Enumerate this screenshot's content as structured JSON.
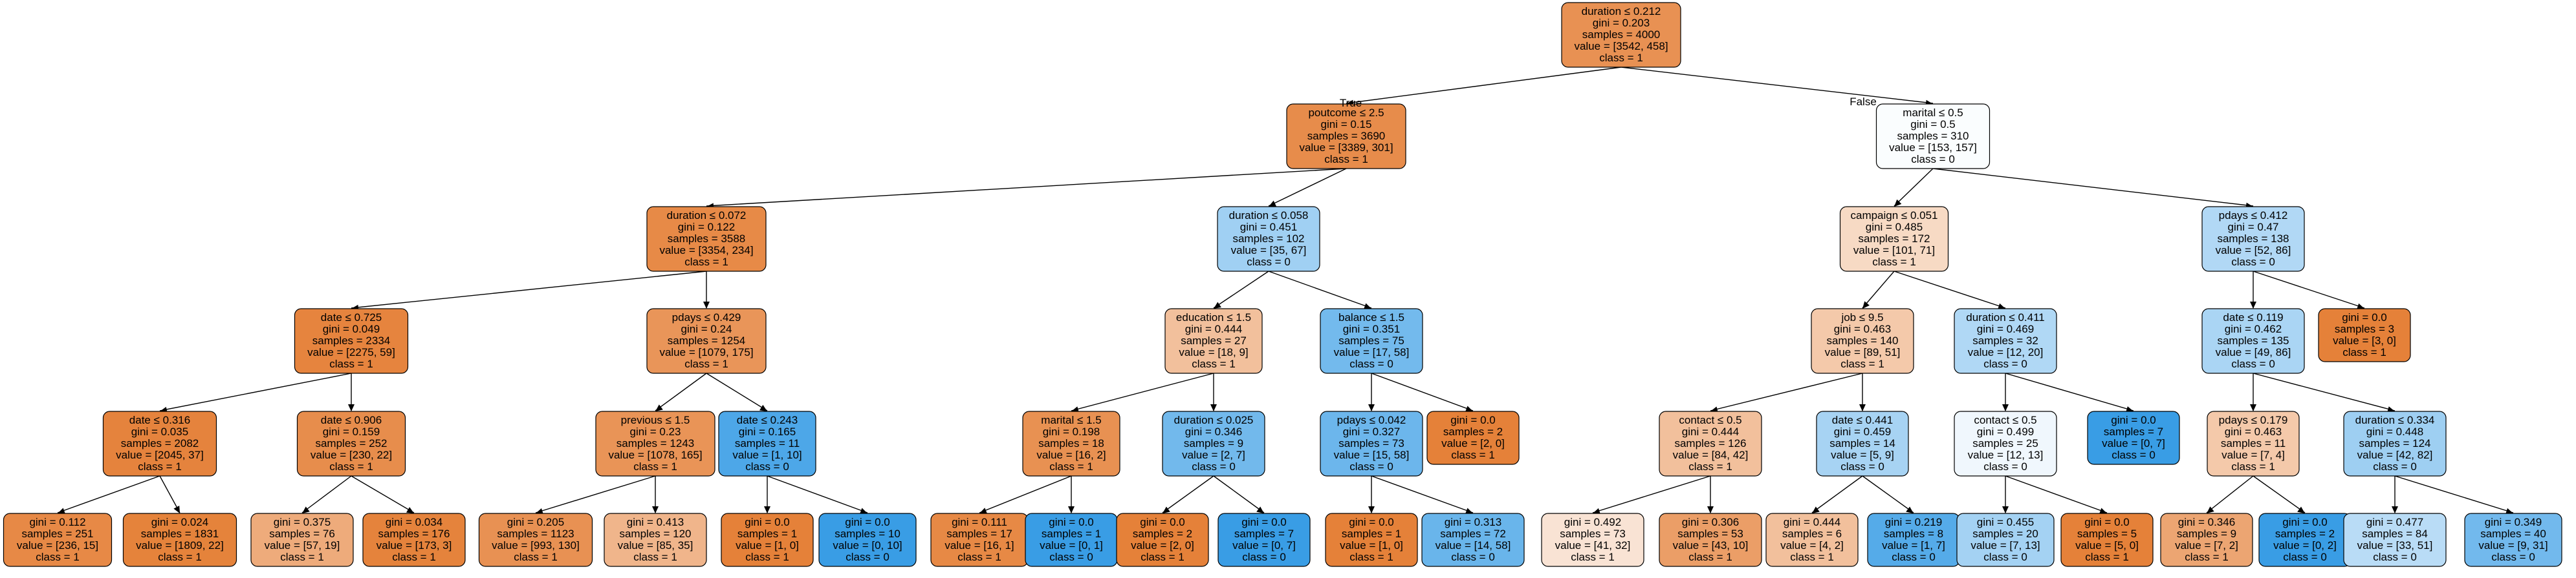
{
  "tree": {
    "edge_labels": {
      "left": "True",
      "right": "False"
    },
    "class_colors": {
      "1": "#e58139",
      "0": "#399de5"
    },
    "nodes": [
      {
        "id": 0,
        "lines": [
          "duration ≤ 0.212",
          "gini = 0.203",
          "samples = 4000",
          "value = [3542, 458]",
          "class = 1"
        ],
        "value": [
          3542,
          458
        ]
      },
      {
        "id": 1,
        "lines": [
          "poutcome ≤ 2.5",
          "gini = 0.15",
          "samples = 3690",
          "value = [3389, 301]",
          "class = 1"
        ],
        "value": [
          3389,
          301
        ]
      },
      {
        "id": 2,
        "lines": [
          "marital ≤ 0.5",
          "gini = 0.5",
          "samples = 310",
          "value = [153, 157]",
          "class = 0"
        ],
        "value": [
          153,
          157
        ]
      },
      {
        "id": 3,
        "lines": [
          "duration ≤ 0.072",
          "gini = 0.122",
          "samples = 3588",
          "value = [3354, 234]",
          "class = 1"
        ],
        "value": [
          3354,
          234
        ]
      },
      {
        "id": 4,
        "lines": [
          "duration ≤ 0.058",
          "gini = 0.451",
          "samples = 102",
          "value = [35, 67]",
          "class = 0"
        ],
        "value": [
          35,
          67
        ]
      },
      {
        "id": 5,
        "lines": [
          "campaign ≤ 0.051",
          "gini = 0.485",
          "samples = 172",
          "value = [101, 71]",
          "class = 1"
        ],
        "value": [
          101,
          71
        ]
      },
      {
        "id": 6,
        "lines": [
          "pdays ≤ 0.412",
          "gini = 0.47",
          "samples = 138",
          "value = [52, 86]",
          "class = 0"
        ],
        "value": [
          52,
          86
        ]
      },
      {
        "id": 7,
        "lines": [
          "date ≤ 0.725",
          "gini = 0.049",
          "samples = 2334",
          "value = [2275, 59]",
          "class = 1"
        ],
        "value": [
          2275,
          59
        ]
      },
      {
        "id": 8,
        "lines": [
          "pdays ≤ 0.429",
          "gini = 0.24",
          "samples = 1254",
          "value = [1079, 175]",
          "class = 1"
        ],
        "value": [
          1079,
          175
        ]
      },
      {
        "id": 9,
        "lines": [
          "education ≤ 1.5",
          "gini = 0.444",
          "samples = 27",
          "value = [18, 9]",
          "class = 1"
        ],
        "value": [
          18,
          9
        ]
      },
      {
        "id": 10,
        "lines": [
          "balance ≤ 1.5",
          "gini = 0.351",
          "samples = 75",
          "value = [17, 58]",
          "class = 0"
        ],
        "value": [
          17,
          58
        ]
      },
      {
        "id": 11,
        "lines": [
          "job ≤ 9.5",
          "gini = 0.463",
          "samples = 140",
          "value = [89, 51]",
          "class = 1"
        ],
        "value": [
          89,
          51
        ]
      },
      {
        "id": 12,
        "lines": [
          "duration ≤ 0.411",
          "gini = 0.469",
          "samples = 32",
          "value = [12, 20]",
          "class = 0"
        ],
        "value": [
          12,
          20
        ]
      },
      {
        "id": 13,
        "lines": [
          "date ≤ 0.119",
          "gini = 0.462",
          "samples = 135",
          "value = [49, 86]",
          "class = 0"
        ],
        "value": [
          49,
          86
        ]
      },
      {
        "id": 14,
        "lines": [
          "gini = 0.0",
          "samples = 3",
          "value = [3, 0]",
          "class = 1"
        ],
        "value": [
          3,
          0
        ]
      },
      {
        "id": 15,
        "lines": [
          "date ≤ 0.316",
          "gini = 0.035",
          "samples = 2082",
          "value = [2045, 37]",
          "class = 1"
        ],
        "value": [
          2045,
          37
        ]
      },
      {
        "id": 16,
        "lines": [
          "date ≤ 0.906",
          "gini = 0.159",
          "samples = 252",
          "value = [230, 22]",
          "class = 1"
        ],
        "value": [
          230,
          22
        ]
      },
      {
        "id": 17,
        "lines": [
          "previous ≤ 1.5",
          "gini = 0.23",
          "samples = 1243",
          "value = [1078, 165]",
          "class = 1"
        ],
        "value": [
          1078,
          165
        ]
      },
      {
        "id": 18,
        "lines": [
          "date ≤ 0.243",
          "gini = 0.165",
          "samples = 11",
          "value = [1, 10]",
          "class = 0"
        ],
        "value": [
          1,
          10
        ]
      },
      {
        "id": 19,
        "lines": [
          "marital ≤ 1.5",
          "gini = 0.198",
          "samples = 18",
          "value = [16, 2]",
          "class = 1"
        ],
        "value": [
          16,
          2
        ]
      },
      {
        "id": 20,
        "lines": [
          "duration ≤ 0.025",
          "gini = 0.346",
          "samples = 9",
          "value = [2, 7]",
          "class = 0"
        ],
        "value": [
          2,
          7
        ]
      },
      {
        "id": 21,
        "lines": [
          "pdays ≤ 0.042",
          "gini = 0.327",
          "samples = 73",
          "value = [15, 58]",
          "class = 0"
        ],
        "value": [
          15,
          58
        ]
      },
      {
        "id": 22,
        "lines": [
          "gini = 0.0",
          "samples = 2",
          "value = [2, 0]",
          "class = 1"
        ],
        "value": [
          2,
          0
        ]
      },
      {
        "id": 23,
        "lines": [
          "contact ≤ 0.5",
          "gini = 0.444",
          "samples = 126",
          "value = [84, 42]",
          "class = 1"
        ],
        "value": [
          84,
          42
        ]
      },
      {
        "id": 24,
        "lines": [
          "date ≤ 0.441",
          "gini = 0.459",
          "samples = 14",
          "value = [5, 9]",
          "class = 0"
        ],
        "value": [
          5,
          9
        ]
      },
      {
        "id": 25,
        "lines": [
          "contact ≤ 0.5",
          "gini = 0.499",
          "samples = 25",
          "value = [12, 13]",
          "class = 0"
        ],
        "value": [
          12,
          13
        ]
      },
      {
        "id": 26,
        "lines": [
          "gini = 0.0",
          "samples = 7",
          "value = [0, 7]",
          "class = 0"
        ],
        "value": [
          0,
          7
        ]
      },
      {
        "id": 27,
        "lines": [
          "pdays ≤ 0.179",
          "gini = 0.463",
          "samples = 11",
          "value = [7, 4]",
          "class = 1"
        ],
        "value": [
          7,
          4
        ]
      },
      {
        "id": 28,
        "lines": [
          "duration ≤ 0.334",
          "gini = 0.448",
          "samples = 124",
          "value = [42, 82]",
          "class = 0"
        ],
        "value": [
          42,
          82
        ]
      },
      {
        "id": 29,
        "lines": [
          "gini = 0.112",
          "samples = 251",
          "value = [236, 15]",
          "class = 1"
        ],
        "value": [
          236,
          15
        ]
      },
      {
        "id": 30,
        "lines": [
          "gini = 0.024",
          "samples = 1831",
          "value = [1809, 22]",
          "class = 1"
        ],
        "value": [
          1809,
          22
        ]
      },
      {
        "id": 31,
        "lines": [
          "gini = 0.375",
          "samples = 76",
          "value = [57, 19]",
          "class = 1"
        ],
        "value": [
          57,
          19
        ]
      },
      {
        "id": 32,
        "lines": [
          "gini = 0.034",
          "samples = 176",
          "value = [173, 3]",
          "class = 1"
        ],
        "value": [
          173,
          3
        ]
      },
      {
        "id": 33,
        "lines": [
          "gini = 0.205",
          "samples = 1123",
          "value = [993, 130]",
          "class = 1"
        ],
        "value": [
          993,
          130
        ]
      },
      {
        "id": 34,
        "lines": [
          "gini = 0.413",
          "samples = 120",
          "value = [85, 35]",
          "class = 1"
        ],
        "value": [
          85,
          35
        ]
      },
      {
        "id": 35,
        "lines": [
          "gini = 0.0",
          "samples = 1",
          "value = [1, 0]",
          "class = 1"
        ],
        "value": [
          1,
          0
        ]
      },
      {
        "id": 36,
        "lines": [
          "gini = 0.0",
          "samples = 10",
          "value = [0, 10]",
          "class = 0"
        ],
        "value": [
          0,
          10
        ]
      },
      {
        "id": 37,
        "lines": [
          "gini = 0.111",
          "samples = 17",
          "value = [16, 1]",
          "class = 1"
        ],
        "value": [
          16,
          1
        ]
      },
      {
        "id": 38,
        "lines": [
          "gini = 0.0",
          "samples = 1",
          "value = [0, 1]",
          "class = 0"
        ],
        "value": [
          0,
          1
        ]
      },
      {
        "id": 39,
        "lines": [
          "gini = 0.0",
          "samples = 2",
          "value = [2, 0]",
          "class = 1"
        ],
        "value": [
          2,
          0
        ]
      },
      {
        "id": 40,
        "lines": [
          "gini = 0.0",
          "samples = 7",
          "value = [0, 7]",
          "class = 0"
        ],
        "value": [
          0,
          7
        ]
      },
      {
        "id": 41,
        "lines": [
          "gini = 0.0",
          "samples = 1",
          "value = [1, 0]",
          "class = 1"
        ],
        "value": [
          1,
          0
        ]
      },
      {
        "id": 42,
        "lines": [
          "gini = 0.313",
          "samples = 72",
          "value = [14, 58]",
          "class = 0"
        ],
        "value": [
          14,
          58
        ]
      },
      {
        "id": 43,
        "lines": [
          "gini = 0.492",
          "samples = 73",
          "value = [41, 32]",
          "class = 1"
        ],
        "value": [
          41,
          32
        ]
      },
      {
        "id": 44,
        "lines": [
          "gini = 0.306",
          "samples = 53",
          "value = [43, 10]",
          "class = 1"
        ],
        "value": [
          43,
          10
        ]
      },
      {
        "id": 45,
        "lines": [
          "gini = 0.444",
          "samples = 6",
          "value = [4, 2]",
          "class = 1"
        ],
        "value": [
          4,
          2
        ]
      },
      {
        "id": 46,
        "lines": [
          "gini = 0.219",
          "samples = 8",
          "value = [1, 7]",
          "class = 0"
        ],
        "value": [
          1,
          7
        ]
      },
      {
        "id": 47,
        "lines": [
          "gini = 0.455",
          "samples = 20",
          "value = [7, 13]",
          "class = 0"
        ],
        "value": [
          7,
          13
        ]
      },
      {
        "id": 48,
        "lines": [
          "gini = 0.0",
          "samples = 5",
          "value = [5, 0]",
          "class = 1"
        ],
        "value": [
          5,
          0
        ]
      },
      {
        "id": 49,
        "lines": [
          "gini = 0.346",
          "samples = 9",
          "value = [7, 2]",
          "class = 1"
        ],
        "value": [
          7,
          2
        ]
      },
      {
        "id": 50,
        "lines": [
          "gini = 0.0",
          "samples = 2",
          "value = [0, 2]",
          "class = 0"
        ],
        "value": [
          0,
          2
        ]
      },
      {
        "id": 51,
        "lines": [
          "gini = 0.477",
          "samples = 84",
          "value = [33, 51]",
          "class = 0"
        ],
        "value": [
          33,
          51
        ]
      },
      {
        "id": 52,
        "lines": [
          "gini = 0.349",
          "samples = 40",
          "value = [9, 31]",
          "class = 0"
        ],
        "value": [
          9,
          31
        ]
      }
    ],
    "edges": [
      [
        0,
        1
      ],
      [
        0,
        2
      ],
      [
        1,
        3
      ],
      [
        1,
        4
      ],
      [
        2,
        5
      ],
      [
        2,
        6
      ],
      [
        3,
        7
      ],
      [
        3,
        8
      ],
      [
        4,
        9
      ],
      [
        4,
        10
      ],
      [
        5,
        11
      ],
      [
        5,
        12
      ],
      [
        6,
        13
      ],
      [
        6,
        14
      ],
      [
        7,
        15
      ],
      [
        7,
        16
      ],
      [
        8,
        17
      ],
      [
        8,
        18
      ],
      [
        9,
        19
      ],
      [
        9,
        20
      ],
      [
        10,
        21
      ],
      [
        10,
        22
      ],
      [
        11,
        23
      ],
      [
        11,
        24
      ],
      [
        12,
        25
      ],
      [
        12,
        26
      ],
      [
        13,
        27
      ],
      [
        13,
        28
      ],
      [
        15,
        29
      ],
      [
        15,
        30
      ],
      [
        16,
        31
      ],
      [
        16,
        32
      ],
      [
        17,
        33
      ],
      [
        17,
        34
      ],
      [
        18,
        35
      ],
      [
        18,
        36
      ],
      [
        19,
        37
      ],
      [
        19,
        38
      ],
      [
        20,
        39
      ],
      [
        20,
        40
      ],
      [
        21,
        41
      ],
      [
        21,
        42
      ],
      [
        23,
        43
      ],
      [
        23,
        44
      ],
      [
        24,
        45
      ],
      [
        24,
        46
      ],
      [
        25,
        47
      ],
      [
        25,
        48
      ],
      [
        27,
        49
      ],
      [
        27,
        50
      ],
      [
        28,
        51
      ],
      [
        28,
        52
      ]
    ]
  }
}
